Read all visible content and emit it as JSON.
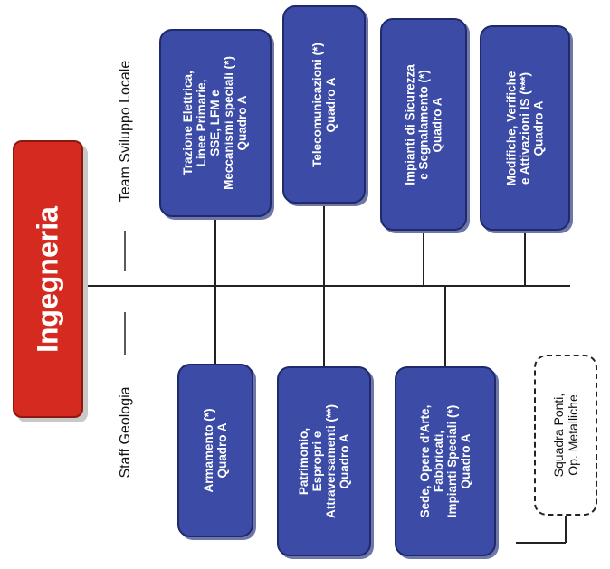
{
  "root": {
    "label": "Ingegneria"
  },
  "labels": {
    "team": "Team Sviluppo Locale",
    "staff": "Staff Geologia"
  },
  "top_boxes": [
    {
      "lines": [
        "Trazione Elettrica,",
        "Linee Primarie,",
        "SSE, LFM e",
        "Meccanismi speciali (*)",
        "Quadro A"
      ]
    },
    {
      "lines": [
        "Telecomunicazioni (*)",
        "Quadro A"
      ]
    },
    {
      "lines": [
        "Impianti di Sicurezza",
        "e Segnalamento (*)",
        "Quadro A"
      ]
    },
    {
      "lines": [
        "Modifiche, Verifiche",
        "e Attivazioni IS (***)",
        "Quadro A"
      ]
    }
  ],
  "bottom_boxes": [
    {
      "lines": [
        "Armamento (*)",
        "Quadro A"
      ]
    },
    {
      "lines": [
        "Patrimonio,",
        "Espropri e",
        "Attraversamenti (**)",
        "Quadro A"
      ]
    },
    {
      "lines": [
        "Sede, Opere d'Arte,",
        "Fabbricati,",
        "Impianti Speciali (*)",
        "Quadro A"
      ]
    }
  ],
  "dashed_box": {
    "lines": [
      "Squadra Ponti,",
      "Op. Metalliche"
    ]
  },
  "colors": {
    "root_fill": "#d42a1f",
    "box_fill": "#3b4ba6",
    "box_border": "#1f2a6b",
    "line": "#222222"
  }
}
